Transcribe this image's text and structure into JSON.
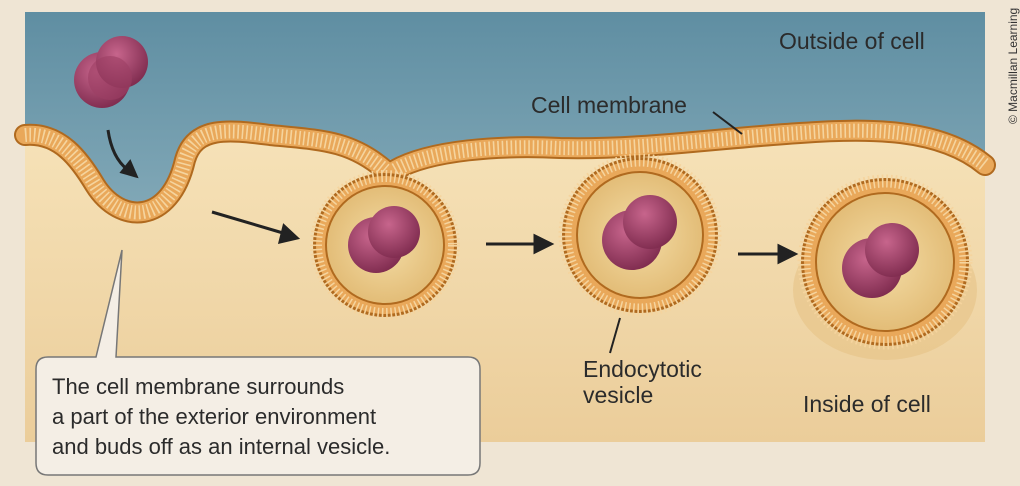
{
  "labels": {
    "outside": "Outside of cell",
    "membrane": "Cell membrane",
    "vesicle": "Endocytotic\nvesicle",
    "inside": "Inside of cell"
  },
  "callout": {
    "text": "The cell membrane surrounds\na part of the exterior environment\nand buds off as an internal vesicle."
  },
  "credit": "© Macmillan Learning",
  "colors": {
    "page_background": "#efe5d4",
    "outside_fluid": "#7aa3b3",
    "cytoplasm": "#efd7a8",
    "membrane": "#d9913d",
    "membrane_edge": "#b06a1f",
    "particle": "#a3466a",
    "arrow": "#222222",
    "callout_fill": "#f4eee5"
  }
}
